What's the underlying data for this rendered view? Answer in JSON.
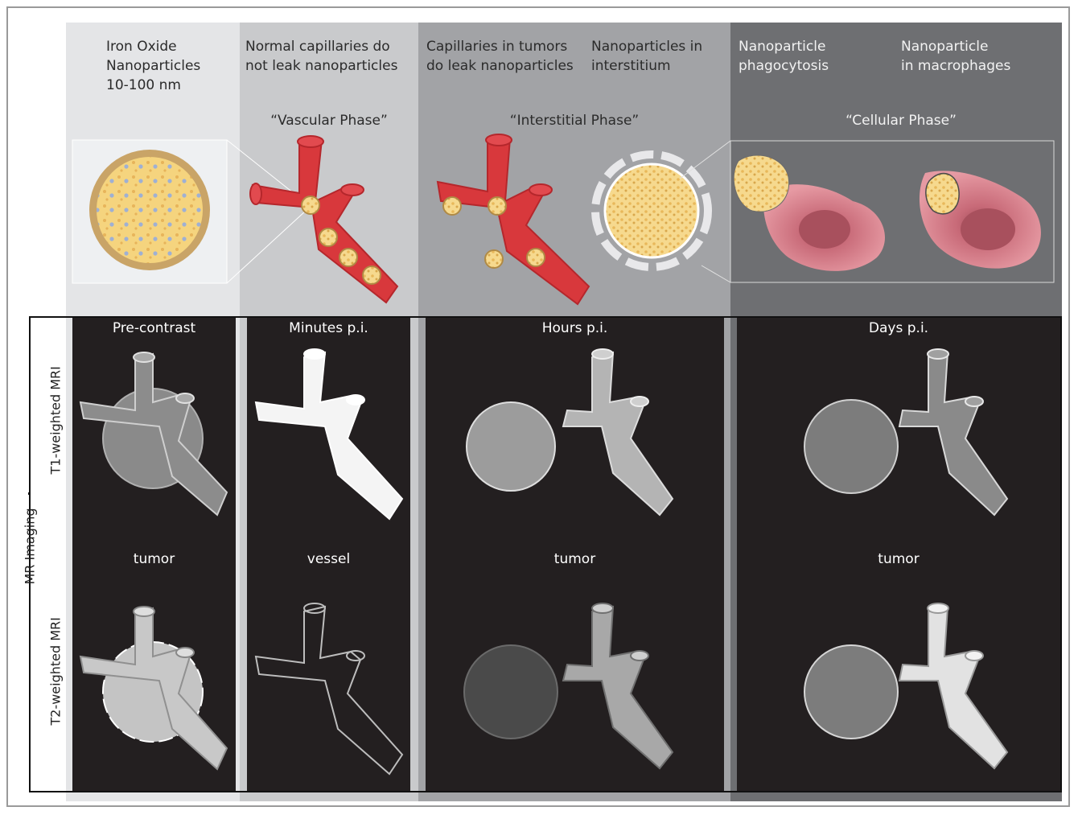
{
  "top_headers": {
    "nano": "Iron Oxide\nNanoparticles\n10-100 nm",
    "vasc": "Normal capillaries do\nnot leak nanoparticles",
    "inter_a": "Capillaries in tumors\ndo leak nanoparticles",
    "inter_b": "Nanoparticles in\ninterstitium",
    "cell_a": "Nanoparticle\nphagocytosis",
    "cell_b": "Nanoparticle\nin macrophages"
  },
  "phases": {
    "vascular": "“Vascular Phase”",
    "interstitial": "“Interstitial Phase”",
    "cellular": "“Cellular Phase”"
  },
  "mri": {
    "group_label": "MR Imaging",
    "row_t1": "T1-weighted MRI",
    "row_t2": "T2-weighted MRI",
    "columns": [
      {
        "time": "Pre-contrast",
        "structure": "tumor"
      },
      {
        "time": "Minutes p.i.",
        "structure": "vessel"
      },
      {
        "time": "Hours p.i.",
        "structure": "tumor"
      },
      {
        "time": "Days p.i.",
        "structure": "tumor"
      }
    ]
  },
  "colors": {
    "vessel_red": "#d8383c",
    "nanoparticle_core": "#f4cf7a",
    "nanoparticle_shell": "#c39a55",
    "macrophage_pink": "#e48a93",
    "mri_background": "#231f20"
  }
}
